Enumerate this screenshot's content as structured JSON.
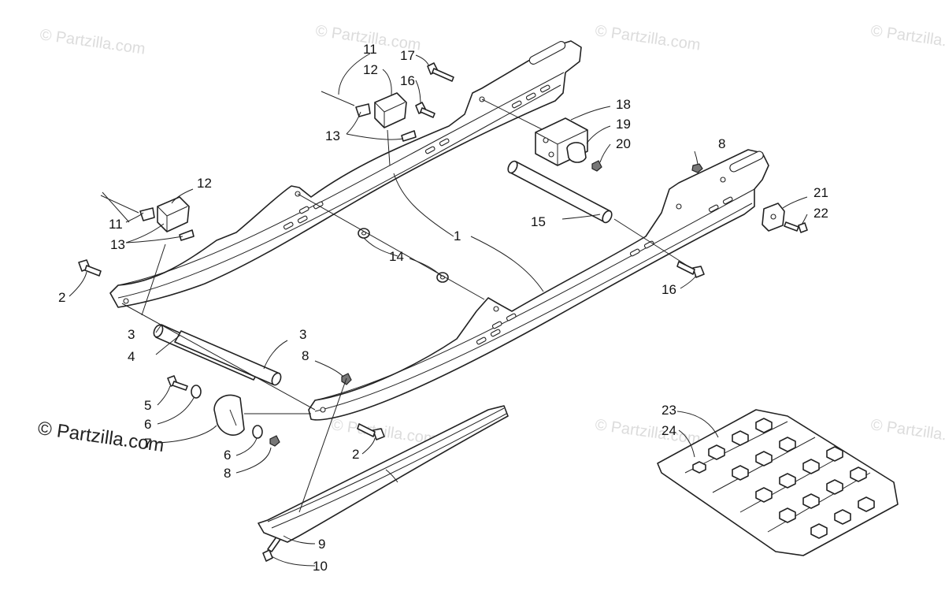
{
  "watermark": {
    "text": "© Partzilla.com",
    "credit": "© Partzilla.com"
  },
  "callouts": {
    "c1": "1",
    "c2a": "2",
    "c2b": "2",
    "c3a": "3",
    "c3b": "3",
    "c4": "4",
    "c5": "5",
    "c6a": "6",
    "c6b": "6",
    "c7": "7",
    "c8a": "8",
    "c8b": "8",
    "c8c": "8",
    "c9": "9",
    "c10": "10",
    "c11a": "11",
    "c11b": "11",
    "c12a": "12",
    "c12b": "12",
    "c13a": "13",
    "c13b": "13",
    "c14": "14",
    "c15": "15",
    "c16a": "16",
    "c16b": "16",
    "c17": "17",
    "c18": "18",
    "c19": "19",
    "c20": "20",
    "c21": "21",
    "c22": "22",
    "c23": "23",
    "c24": "24"
  }
}
